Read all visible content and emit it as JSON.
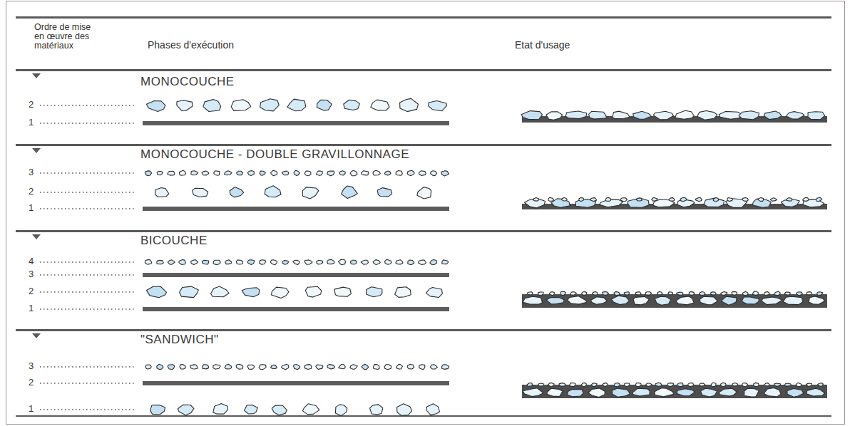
{
  "diagram": {
    "labels": [
      "Ordre de mise en œuvre des matériaux",
      "Phases d'exécution",
      "Etat d'usage",
      "MONOCOUCHE",
      "2",
      "1",
      "MONOCOUCHE - DOUBLE GRAVILLONNAGE",
      "3",
      "2",
      "1",
      "BICOUCHE",
      "4",
      "3",
      "2",
      "1",
      "\"SANDWICH\"",
      "3",
      "2",
      "1"
    ]
  }
}
